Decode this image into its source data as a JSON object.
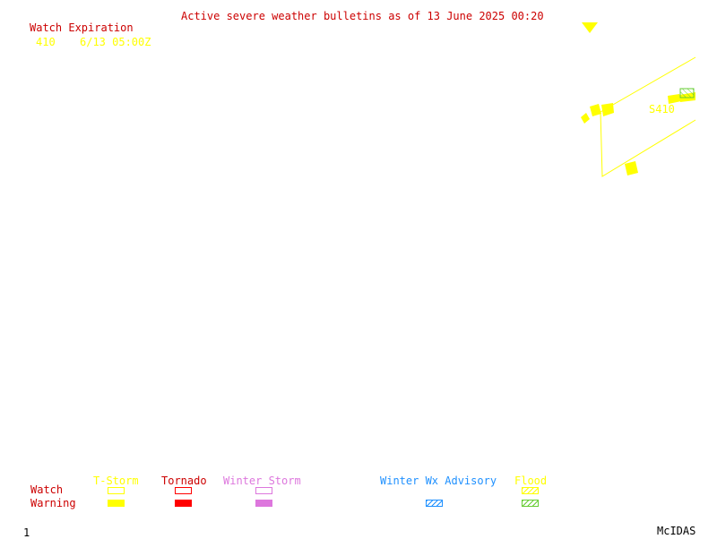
{
  "header": {
    "title": "Active severe weather bulletins as of 13 June 2025 00:20"
  },
  "watch_expiration": {
    "heading": "Watch Expiration",
    "entries": [
      {
        "id": "410",
        "expires": "6/13 05:00Z"
      }
    ]
  },
  "map": {
    "watch_box_label": "S410",
    "watch_box_color": "#ffff00"
  },
  "legend": {
    "row_labels": {
      "watch": "Watch",
      "warning": "Warning"
    },
    "categories": [
      {
        "key": "tstorm",
        "label": "T-Storm",
        "color": "#ffff00",
        "watch": "outline",
        "warning": "fill"
      },
      {
        "key": "tornado",
        "label": "Tornado",
        "color": "#ff0000",
        "watch": "outline",
        "warning": "fill"
      },
      {
        "key": "winter",
        "label": "Winter Storm",
        "color": "#dd77dd",
        "watch": "outline",
        "warning": "fill"
      },
      {
        "key": "wxadv",
        "label": "Winter Wx Advisory",
        "color": "#1e90ff",
        "watch": "none",
        "warning": "hatched"
      },
      {
        "key": "flood",
        "label": "Flood",
        "color": "#ffff00",
        "watch": "hatched",
        "warning": "hatched-green"
      }
    ]
  },
  "colors": {
    "text_red": "#cc0000",
    "yellow": "#ffff00",
    "flood_green": "#66cc33"
  },
  "footer": {
    "frame_number": "1",
    "brand": "McIDAS"
  }
}
